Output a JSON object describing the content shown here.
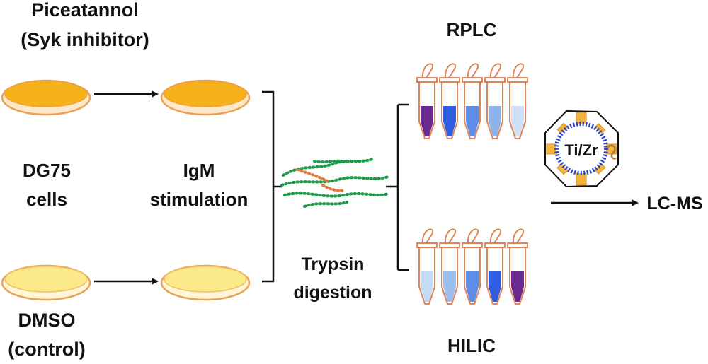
{
  "labels": {
    "inhibitor_line1": "Piceatannol",
    "inhibitor_line2": "(Syk inhibitor)",
    "cells_line1": "DG75",
    "cells_line2": "cells",
    "stim_line1": "IgM",
    "stim_line2": "stimulation",
    "control_line1": "DMSO",
    "control_line2": "(control)",
    "trypsin_line1": "Trypsin",
    "trypsin_line2": "digestion",
    "rplc": "RPLC",
    "hilic": "HILIC",
    "bead_label": "Ti/Zr",
    "output": "LC-MS"
  },
  "colors": {
    "dish_rim": "#e8a25a",
    "inhibitor_medium": "#f6b21a",
    "control_medium": "#fbe98a",
    "peptide_green": "#1e9a4a",
    "peptide_orange": "#e07a3a",
    "tube_outline": "#e0855a",
    "bead_blue": "#1f3fd0",
    "bead_spoke": "#f2b43a",
    "line": "#111111"
  },
  "fractions": {
    "rplc": [
      "#6a2a90",
      "#2f5fe0",
      "#5e8ce6",
      "#8fb2ea",
      "#cfdff5"
    ],
    "hilic": [
      "#c5dbf3",
      "#9dbfee",
      "#5e8ce6",
      "#2f5fe0",
      "#6a2a90"
    ]
  }
}
